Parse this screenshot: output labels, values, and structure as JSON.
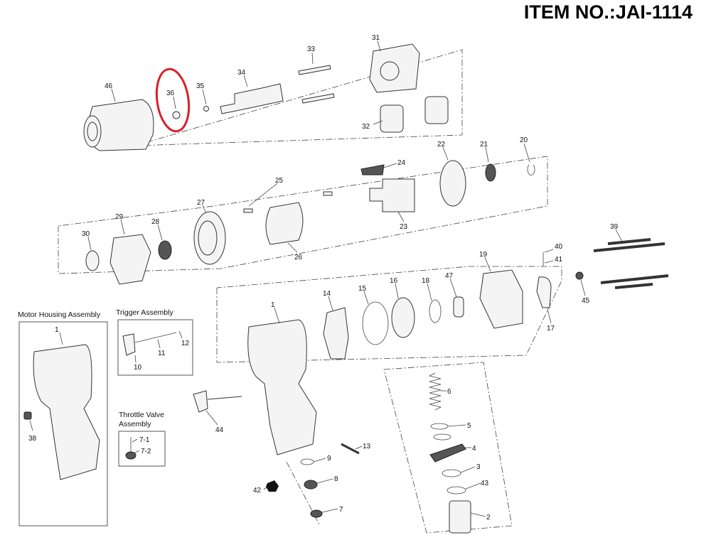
{
  "header": {
    "title": "ITEM NO.:JAI-1114"
  },
  "highlight": {
    "part": "36",
    "color": "#d9202a"
  },
  "sections": {
    "motor_housing": "Motor Housing Assembly",
    "trigger": "Trigger Assembly",
    "throttle_line1": "Throttle Valve",
    "throttle_line2": "Assembly"
  },
  "parts": {
    "p46": "46",
    "p36": "36",
    "p35": "35",
    "p34": "34",
    "p33": "33",
    "p31": "31",
    "p32": "32",
    "p24": "24",
    "p22": "22",
    "p21": "21",
    "p20": "20",
    "p25": "25",
    "p29": "29",
    "p28": "28",
    "p27": "27",
    "p30": "30",
    "p26": "26",
    "p23": "23",
    "p19": "19",
    "p40": "40",
    "p41": "41",
    "p39": "39",
    "p45": "45",
    "p17": "17",
    "p1": "1",
    "p14": "14",
    "p15": "15",
    "p16": "16",
    "p18": "18",
    "p47": "47",
    "p6": "6",
    "p5": "5",
    "p4": "4",
    "p3": "3",
    "p43": "43",
    "p2": "2",
    "p9": "9",
    "p8": "8",
    "p7": "7",
    "p42": "42",
    "p13": "13",
    "p44": "44"
  },
  "insets": {
    "m1": "1",
    "m38": "38",
    "t10": "10",
    "t11": "11",
    "t12": "12",
    "v71": "7-1",
    "v72": "7-2"
  }
}
